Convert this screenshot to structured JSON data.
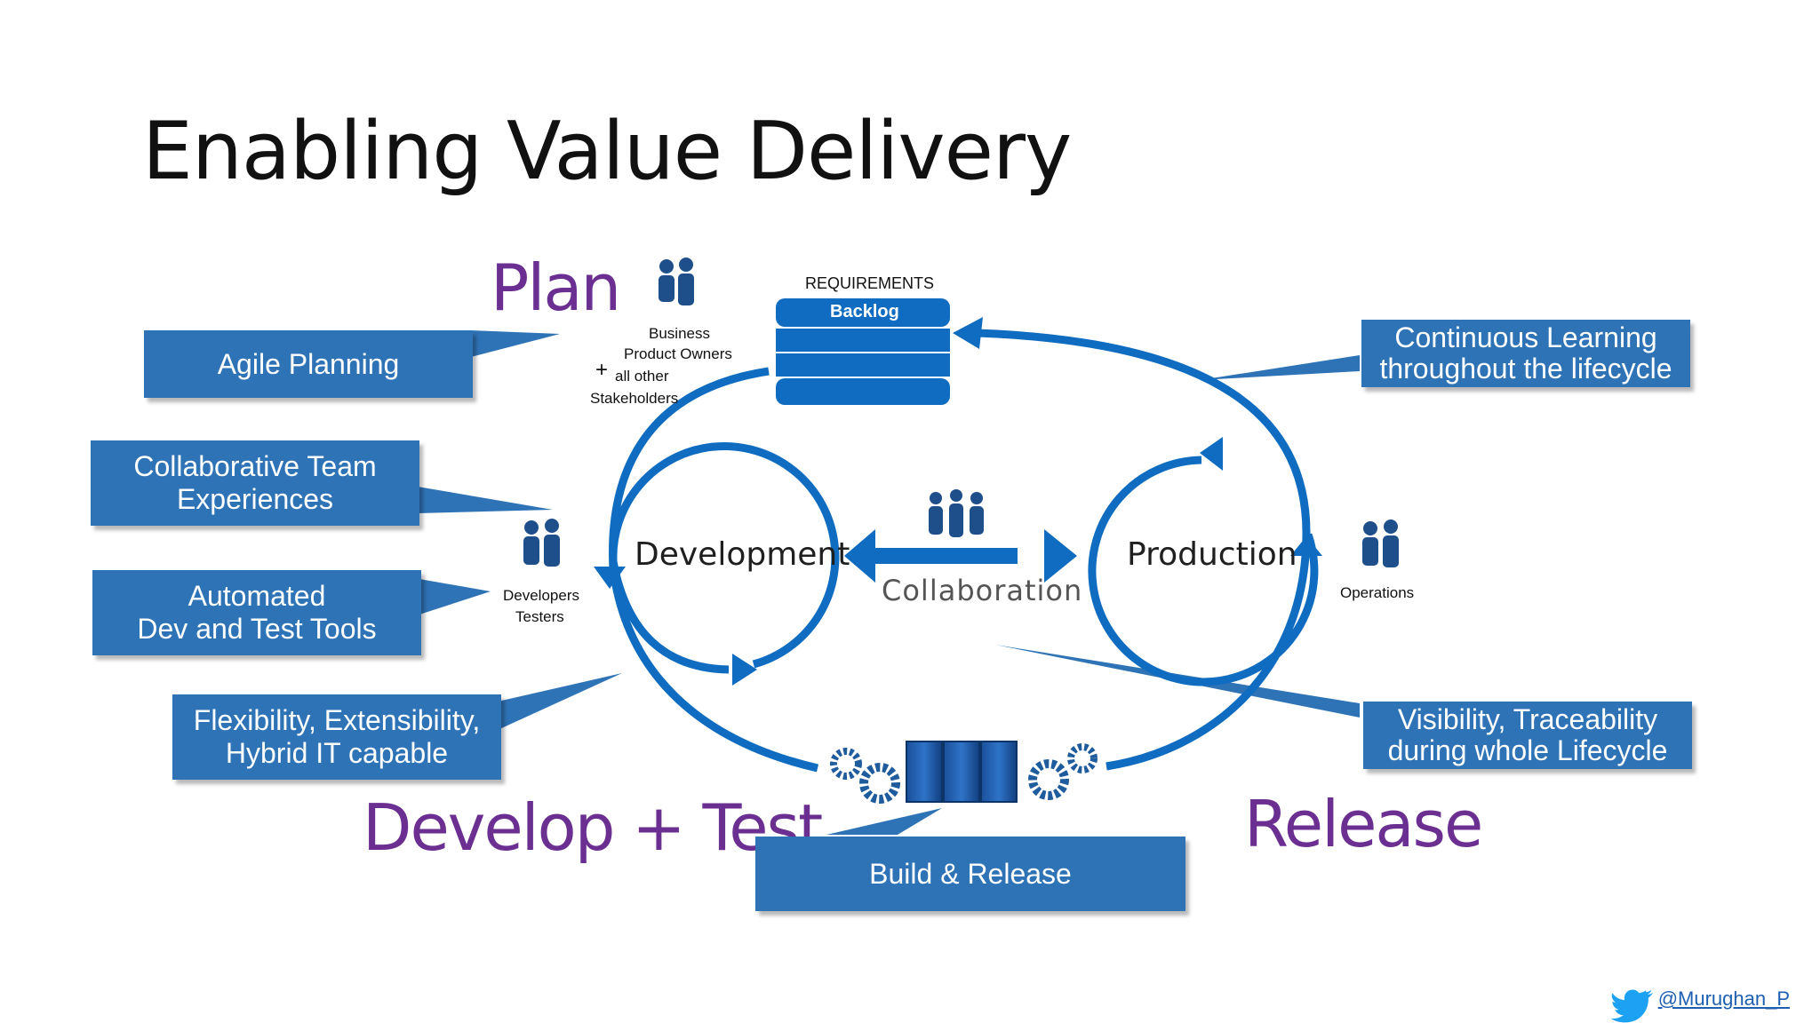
{
  "slide": {
    "title": "Enabling Value Delivery",
    "phases": {
      "plan": "Plan",
      "develop_test": "Develop + Test",
      "release": "Release"
    },
    "callouts": {
      "agile_planning": "Agile Planning",
      "collab_team_1": "Collaborative Team",
      "collab_team_2": "Experiences",
      "automated_1": "Automated",
      "automated_2": "Dev and Test Tools",
      "flexibility_1": "Flexibility, Extensibility,",
      "flexibility_2": "Hybrid IT capable",
      "continuous_1": "Continuous Learning",
      "continuous_2": "throughout the lifecycle",
      "visibility_1": "Visibility, Traceability",
      "visibility_2": "during whole Lifecycle",
      "build_release": "Build & Release"
    },
    "labels": {
      "requirements": "REQUIREMENTS",
      "backlog": "Backlog",
      "business": "Business",
      "product_owners": "Product Owners",
      "plus": "+",
      "all_other": "all other",
      "stakeholders": "Stakeholders",
      "developers": "Developers",
      "testers": "Testers",
      "operations": "Operations",
      "development": "Development",
      "production": "Production",
      "collaboration": "Collaboration"
    },
    "footer": {
      "twitter_handle": "@Murughan_P"
    },
    "colors": {
      "blue": "#0f6cc0",
      "callout": "#2f73b7",
      "purple": "#6b2f91",
      "navy": "#1f4f8a"
    },
    "icons": [
      "people-icon",
      "gear-icon",
      "server-icon",
      "twitter-icon",
      "arrow-icon"
    ]
  }
}
